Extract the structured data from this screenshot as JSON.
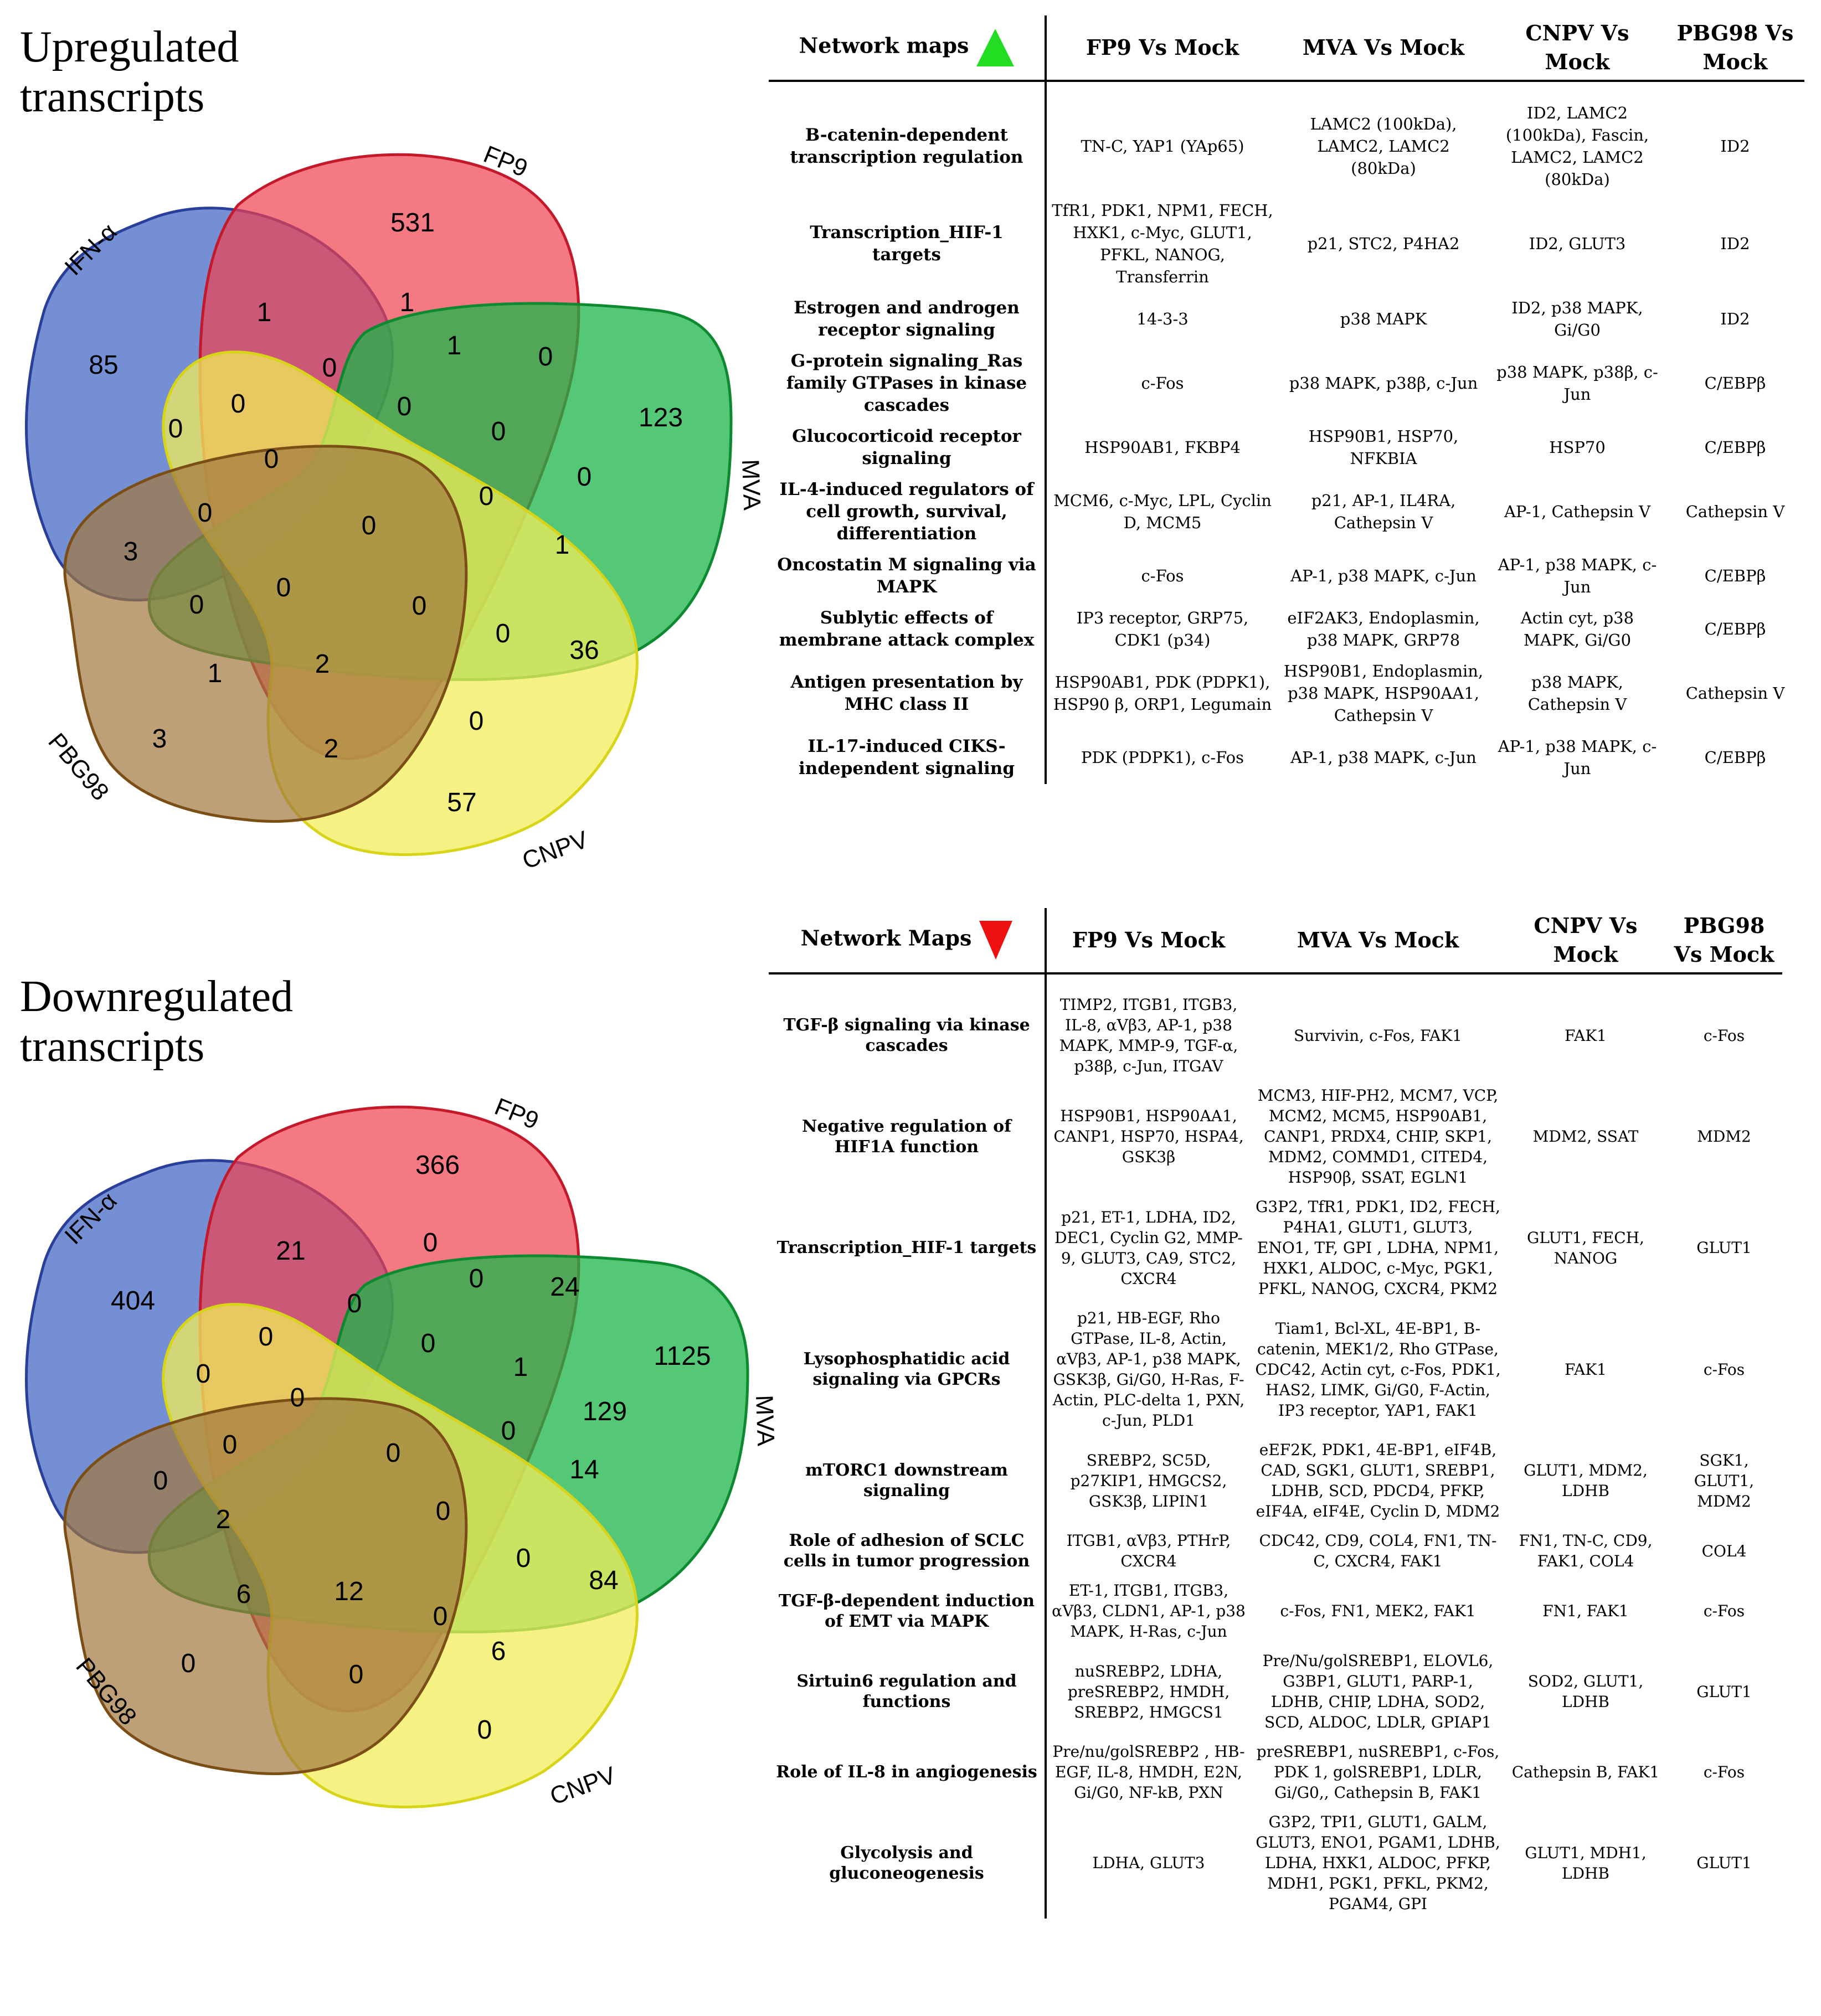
{
  "upregulated": {
    "title_line1": "Upregulated",
    "title_line2": "transcripts",
    "set_labels": {
      "fp9": "FP9",
      "mva": "MVA",
      "cnpv": "CNPV",
      "pbg98": "PBG98",
      "ifn": "IFN-α"
    },
    "region_counts": [
      "531",
      "1",
      "1",
      "0",
      "85",
      "123",
      "0",
      "0",
      "1",
      "0",
      "0",
      "0",
      "0",
      "0",
      "0",
      "0",
      "1",
      "3",
      "0",
      "0",
      "0",
      "36",
      "1",
      "2",
      "0",
      "0",
      "3",
      "2",
      "57",
      "0"
    ],
    "header": {
      "label": "Network maps",
      "arrow_color": "#22dd22",
      "col_fp9": "FP9 Vs Mock",
      "col_mva": "MVA Vs Mock",
      "col_cnpv": "CNPV Vs Mock",
      "col_pbg98": "PBG98 Vs Mock"
    },
    "rows": [
      {
        "label": "B-catenin-dependent transcription regulation",
        "fp9": "TN-C, YAP1 (YAp65)",
        "mva": "LAMC2 (100kDa), LAMC2, LAMC2 (80kDa)",
        "cnpv": "ID2, LAMC2 (100kDa), Fascin, LAMC2, LAMC2 (80kDa)",
        "pbg98": "ID2"
      },
      {
        "label": "Transcription_HIF-1 targets",
        "fp9": "TfR1, PDK1, NPM1, FECH, HXK1, c-Myc, GLUT1, PFKL, NANOG, Transferrin",
        "mva": "p21, STC2, P4HA2",
        "cnpv": "ID2, GLUT3",
        "pbg98": "ID2"
      },
      {
        "label": "Estrogen and androgen receptor signaling",
        "fp9": "14-3-3",
        "mva": "p38 MAPK",
        "cnpv": "ID2, p38 MAPK, Gi/G0",
        "pbg98": "ID2"
      },
      {
        "label": "G-protein signaling_Ras family GTPases in kinase cascades",
        "fp9": "c-Fos",
        "mva": "p38 MAPK, p38β, c-Jun",
        "cnpv": "p38 MAPK, p38β, c-Jun",
        "pbg98": "C/EBPβ"
      },
      {
        "label": "Glucocorticoid receptor signaling",
        "fp9": "HSP90AB1, FKBP4",
        "mva": "HSP90B1, HSP70, NFKBIA",
        "cnpv": "HSP70",
        "pbg98": "C/EBPβ"
      },
      {
        "label": "IL-4-induced regulators of cell growth, survival, differentiation",
        "fp9": "MCM6, c-Myc, LPL, Cyclin D, MCM5",
        "mva": "p21, AP-1, IL4RA, Cathepsin V",
        "cnpv": "AP-1, Cathepsin V",
        "pbg98": "Cathepsin V"
      },
      {
        "label": "Oncostatin M signaling via MAPK",
        "fp9": "c-Fos",
        "mva": "AP-1, p38 MAPK, c-Jun",
        "cnpv": "AP-1, p38 MAPK, c-Jun",
        "pbg98": "C/EBPβ"
      },
      {
        "label": "Sublytic effects of membrane attack complex",
        "fp9": "IP3 receptor, GRP75, CDK1 (p34)",
        "mva": "eIF2AK3, Endoplasmin, p38 MAPK, GRP78",
        "cnpv": "Actin cyt, p38 MAPK, Gi/G0",
        "pbg98": "C/EBPβ"
      },
      {
        "label": "Antigen presentation by MHC class II",
        "fp9": "HSP90AB1, PDK (PDPK1), HSP90 β, ORP1, Legumain",
        "mva": "HSP90B1, Endoplasmin, p38 MAPK, HSP90AA1, Cathepsin V",
        "cnpv": "p38 MAPK, Cathepsin V",
        "pbg98": "Cathepsin V"
      },
      {
        "label": "IL-17-induced CIKS-independent signaling",
        "fp9": "PDK (PDPK1), c-Fos",
        "mva": "AP-1, p38 MAPK, c-Jun",
        "cnpv": "AP-1, p38 MAPK, c-Jun",
        "pbg98": "C/EBPβ"
      }
    ]
  },
  "downregulated": {
    "title_line1": "Downregulated",
    "title_line2": "transcripts",
    "set_labels": {
      "fp9": "FP9",
      "mva": "MVA",
      "cnpv": "CNPV",
      "pbg98": "PBG98",
      "ifn": "IFN-α"
    },
    "region_counts": [
      "366",
      "21",
      "0",
      "0",
      "404",
      "1125",
      "0",
      "24",
      "0",
      "1",
      "0",
      "0",
      "0",
      "0",
      "0",
      "0",
      "14",
      "0",
      "129",
      "0",
      "2",
      "84",
      "6",
      "12",
      "0",
      "0",
      "0",
      "0",
      "0",
      "6"
    ],
    "header": {
      "label": "Network Maps",
      "arrow_color": "#ee1111",
      "col_fp9": "FP9 Vs Mock",
      "col_mva": "MVA Vs Mock",
      "col_cnpv": "CNPV Vs Mock",
      "col_pbg98": "PBG98 Vs Mock"
    },
    "rows": [
      {
        "label": "TGF-β signaling via kinase cascades",
        "fp9": "TIMP2, ITGB1, ITGB3, IL-8, αVβ3, AP-1, p38 MAPK, MMP-9, TGF-α, p38β, c-Jun, ITGAV",
        "mva": "Survivin, c-Fos, FAK1",
        "cnpv": "FAK1",
        "pbg98": "c-Fos"
      },
      {
        "label": "Negative regulation of HIF1A function",
        "fp9": "HSP90B1, HSP90AA1, CANP1, HSP70, HSPA4, GSK3β",
        "mva": "MCM3, HIF-PH2, MCM7, VCP, MCM2, MCM5, HSP90AB1, CANP1, PRDX4, CHIP, SKP1, MDM2, COMMD1, CITED4, HSP90β, SSAT, EGLN1",
        "cnpv": "MDM2, SSAT",
        "pbg98": "MDM2"
      },
      {
        "label": "Transcription_HIF-1 targets",
        "fp9": "p21, ET-1, LDHA, ID2, DEC1, Cyclin G2, MMP-9, GLUT3, CA9, STC2, CXCR4",
        "mva": "G3P2, TfR1, PDK1, ID2, FECH, P4HA1, GLUT1, GLUT3, ENO1, TF, GPI , LDHA, NPM1, HXK1, ALDOC, c-Myc, PGK1, PFKL, NANOG, CXCR4, PKM2",
        "cnpv": "GLUT1, FECH, NANOG",
        "pbg98": "GLUT1"
      },
      {
        "label": "Lysophosphatidic acid signaling via GPCRs",
        "fp9": "p21, HB-EGF, Rho GTPase, IL-8, Actin, αVβ3, AP-1, p38 MAPK, GSK3β, Gi/G0, H-Ras, F-Actin, PLC-delta 1, PXN, c-Jun, PLD1",
        "mva": "Tiam1, Bcl-XL, 4E-BP1, B-catenin, MEK1/2, Rho GTPase, CDC42, Actin cyt, c-Fos, PDK1, HAS2, LIMK, Gi/G0, F-Actin, IP3 receptor, YAP1, FAK1",
        "cnpv": "FAK1",
        "pbg98": "c-Fos"
      },
      {
        "label": "mTORC1 downstream signaling",
        "fp9": "SREBP2, SC5D, p27KIP1, HMGCS2, GSK3β, LIPIN1",
        "mva": "eEF2K, PDK1, 4E-BP1, eIF4B, CAD, SGK1, GLUT1, SREBP1, LDHB, SCD, PDCD4, PFKP, eIF4A, eIF4E, Cyclin D, MDM2",
        "cnpv": "GLUT1, MDM2, LDHB",
        "pbg98": "SGK1, GLUT1, MDM2"
      },
      {
        "label": "Role of adhesion of SCLC cells in tumor progression",
        "fp9": "ITGB1, αVβ3, PTHrP, CXCR4",
        "mva": "CDC42, CD9, COL4, FN1, TN-C, CXCR4, FAK1",
        "cnpv": "FN1, TN-C, CD9, FAK1, COL4",
        "pbg98": "COL4"
      },
      {
        "label": "TGF-β-dependent induction of EMT via MAPK",
        "fp9": "ET-1, ITGB1, ITGB3, αVβ3, CLDN1, AP-1, p38 MAPK, H-Ras, c-Jun",
        "mva": "c-Fos, FN1, MEK2, FAK1",
        "cnpv": "FN1, FAK1",
        "pbg98": "c-Fos"
      },
      {
        "label": "Sirtuin6 regulation and functions",
        "fp9": "nuSREBP2, LDHA, preSREBP2, HMDH, SREBP2, HMGCS1",
        "mva": "Pre/Nu/golSREBP1, ELOVL6, G3BP1, GLUT1, PARP-1, LDHB, CHIP, LDHA, SOD2, SCD, ALDOC, LDLR, GPIAP1",
        "cnpv": "SOD2, GLUT1, LDHB",
        "pbg98": "GLUT1"
      },
      {
        "label": "Role of IL-8 in angiogenesis",
        "fp9": "Pre/nu/golSREBP2 , HB-EGF, IL-8, HMDH, E2N, Gi/G0, NF-kB, PXN",
        "mva": "preSREBP1, nuSREBP1, c-Fos, PDK 1, golSREBP1, LDLR, Gi/G0,, Cathepsin B, FAK1",
        "cnpv": "Cathepsin B, FAK1",
        "pbg98": "c-Fos"
      },
      {
        "label": "Glycolysis and gluconeogenesis",
        "fp9": "LDHA, GLUT3",
        "mva": "G3P2, TPI1, GLUT1, GALM, GLUT3, ENO1, PGAM1, LDHB, LDHA, HXK1, ALDOC, PFKP, MDH1, PGK1, PFKL, PKM2, PGAM4, GPI",
        "cnpv": "GLUT1, MDH1, LDHB",
        "pbg98": "GLUT1"
      }
    ]
  }
}
